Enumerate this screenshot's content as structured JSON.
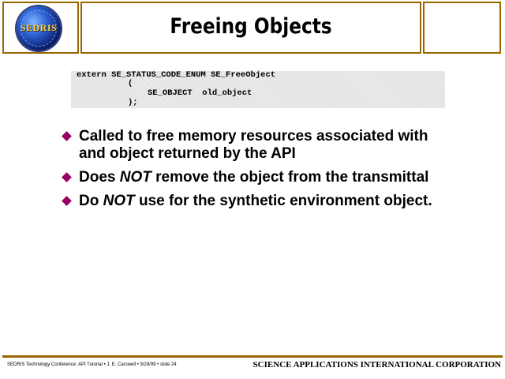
{
  "header": {
    "logo_text": "SEDRIS",
    "title": "Freeing Objects"
  },
  "code": {
    "lines": [
      "extern SE_STATUS_CODE_ENUM SE_FreeObject",
      "(",
      "SE_OBJECT  old_object",
      ");"
    ]
  },
  "bullets": [
    {
      "before": "Called to free memory resources associated with and object returned by the API",
      "emphasis": "",
      "after": ""
    },
    {
      "before": "Does ",
      "emphasis": "NOT",
      "after": " remove the object from the transmittal"
    },
    {
      "before": "Do ",
      "emphasis": "NOT",
      "after": " use for the synthetic environment object."
    }
  ],
  "footer": {
    "left": "SEDRIS Technology Conference: API Tutorial • J. E. Carswell • 9/28/99 • slide 24",
    "right": "SCIENCE APPLICATIONS INTERNATIONAL CORPORATION"
  },
  "colors": {
    "frame": "#996600",
    "bullet": "#990066"
  }
}
